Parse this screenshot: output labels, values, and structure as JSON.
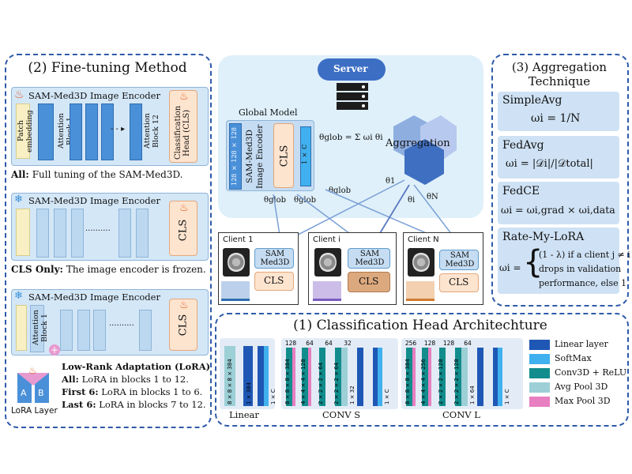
{
  "finetune": {
    "title": "(2) Fine-tuning Method",
    "encoder_label": "SAM-Med3D Image Encoder",
    "patch_embedding": "Patch embedding",
    "attn_block_1": "Attention Block 1",
    "attn_block_12": "Attention Block 12",
    "cls_head": "Classification Head (CLS)",
    "all_label": "All:",
    "all_text": "Full tuning of the SAM-Med3D.",
    "cls_only_label": "CLS Only:",
    "cls_only_text": "The image encoder is frozen.",
    "cls": "CLS",
    "dots": "..........",
    "lora_title": "Low-Rank Adaptation (LoRA)",
    "lora_all_label": "All:",
    "lora_all_text": "LoRA in blocks 1 to 12.",
    "lora_first_label": "First 6:",
    "lora_first_text": "LoRA in blocks 1 to 6.",
    "lora_last_label": "Last 6:",
    "lora_last_text": "LoRA in blocks 7 to 12.",
    "lora_layer": "LoRA Layer",
    "lora_a": "A",
    "lora_b": "B"
  },
  "server": {
    "server_label": "Server",
    "global_model": "Global Model",
    "input_dims": "128 × 128 × 128",
    "encoder_vertical": "SAM-Med3D Image Encoder",
    "cls": "CLS",
    "out_dim": "1 × C",
    "aggregation": "Aggregation",
    "theta_glob_formula": "θglob = Σ ωi θi",
    "theta_glob": "θglob",
    "theta_1": "θ1",
    "theta_i": "θi",
    "theta_n": "θN"
  },
  "clients": [
    {
      "name": "Client 1",
      "model": "SAM Med3D",
      "cls": "CLS"
    },
    {
      "name": "Client i",
      "model": "SAM Med3D",
      "cls": "CLS"
    },
    {
      "name": "Client N",
      "model": "SAM Med3D",
      "cls": "CLS"
    }
  ],
  "aggregation": {
    "title_line1": "(3) Aggregation",
    "title_line2": "Technique",
    "simpleavg": "SimpleAvg",
    "simpleavg_formula": "ωi = 1/N",
    "fedavg": "FedAvg",
    "fedavg_formula": "ωi = |𝒟i|/|𝒟total|",
    "fedce": "FedCE",
    "fedce_formula": "ωi = ωi,grad × ωi,data",
    "rml": "Rate-My-LoRA",
    "rml_line1": "(1 - λ) if a client j ≠ i",
    "rml_line2": "drops in validation",
    "rml_line3": "performance, else 1",
    "rml_lhs": "ωi ="
  },
  "head_arch": {
    "title": "(1) Classification Head Architechture",
    "linear": {
      "label": "Linear",
      "dims": [
        "8 × 8 × 8 × 384",
        "1 × 384",
        "1 × C"
      ]
    },
    "conv_s": {
      "label": "CONV S",
      "top": [
        "128",
        "64",
        "64",
        "32"
      ],
      "dims": [
        "8 × 8 × 8 × 384",
        "4 × 4 × 4 × 128",
        "2 × 2 × 2 × 64",
        "2 × 2 × 2 × 64",
        "1 × 32",
        "1 × C"
      ]
    },
    "conv_l": {
      "label": "CONV L",
      "top": [
        "256",
        "128",
        "128",
        "64"
      ],
      "dims": [
        "8 × 8 × 8 × 384",
        "4 × 4 × 4 × 256",
        "2 × 2 × 2 × 128",
        "2 × 2 × 2 × 128",
        "1 × 64",
        "1 × C"
      ]
    },
    "legend": [
      {
        "label": "Linear layer",
        "color": "#1f57b5"
      },
      {
        "label": "SoftMax",
        "color": "#41b0ee"
      },
      {
        "label": "Conv3D + ReLU",
        "color": "#128c8c"
      },
      {
        "label": "Avg Pool 3D",
        "color": "#9ccfd6"
      },
      {
        "label": "Max Pool 3D",
        "color": "#e77fc1"
      }
    ]
  }
}
